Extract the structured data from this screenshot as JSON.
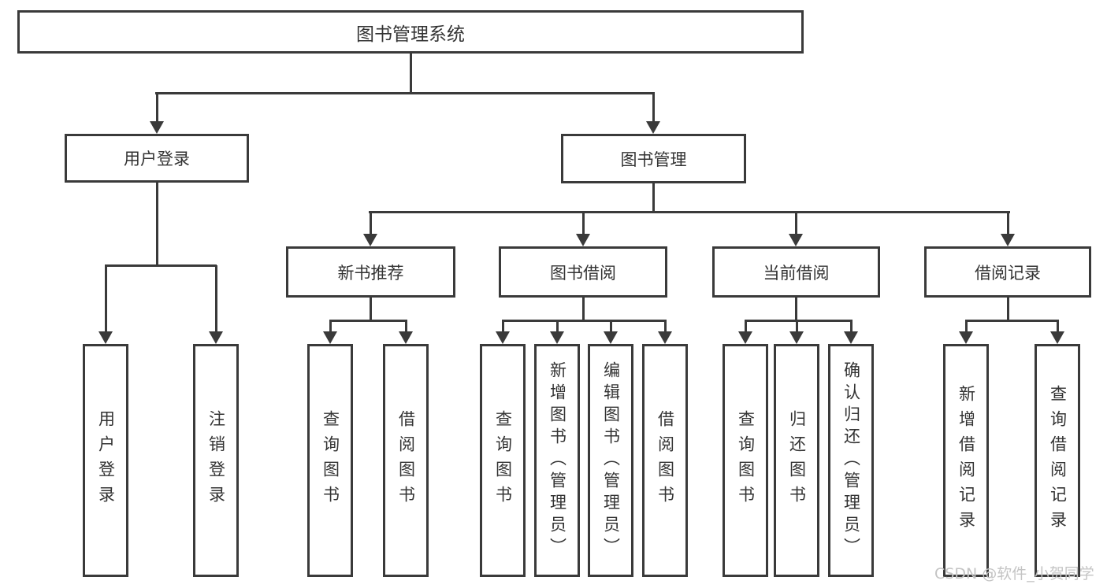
{
  "diagram_type": "tree-hierarchy",
  "nodes": {
    "root": "图书管理系统",
    "user_login": "用户登录",
    "book_mgmt": "图书管理",
    "new_books": "新书推荐",
    "book_borrow": "图书借阅",
    "current_borrow": "当前借阅",
    "borrow_records": "借阅记录",
    "leaf_user_login": "用户登录",
    "leaf_logout": "注销登录",
    "leaf_nb_query": "查询图书",
    "leaf_nb_borrow": "借阅图书",
    "leaf_bb_query": "查询图书",
    "leaf_bb_add": "新增图书（管理员）",
    "leaf_bb_edit": "编辑图书（管理员）",
    "leaf_bb_borrow": "借阅图书",
    "leaf_cb_query": "查询图书",
    "leaf_cb_return": "归还图书",
    "leaf_cb_confirm": "确认归还（管理员）",
    "leaf_br_add": "新增借阅记录",
    "leaf_br_query": "查询借阅记录"
  },
  "hierarchy": {
    "图书管理系统": {
      "用户登录": [
        "用户登录",
        "注销登录"
      ],
      "图书管理": {
        "新书推荐": [
          "查询图书",
          "借阅图书"
        ],
        "图书借阅": [
          "查询图书",
          "新增图书（管理员）",
          "编辑图书（管理员）",
          "借阅图书"
        ],
        "当前借阅": [
          "查询图书",
          "归还图书",
          "确认归还（管理员）"
        ],
        "借阅记录": [
          "新增借阅记录",
          "查询借阅记录"
        ]
      }
    }
  },
  "watermark": "CSDN @软件_小贺同学",
  "colors": {
    "line": "#3a3a3a",
    "text": "#333333",
    "watermark": "#c4c4c4",
    "background": "#ffffff"
  }
}
